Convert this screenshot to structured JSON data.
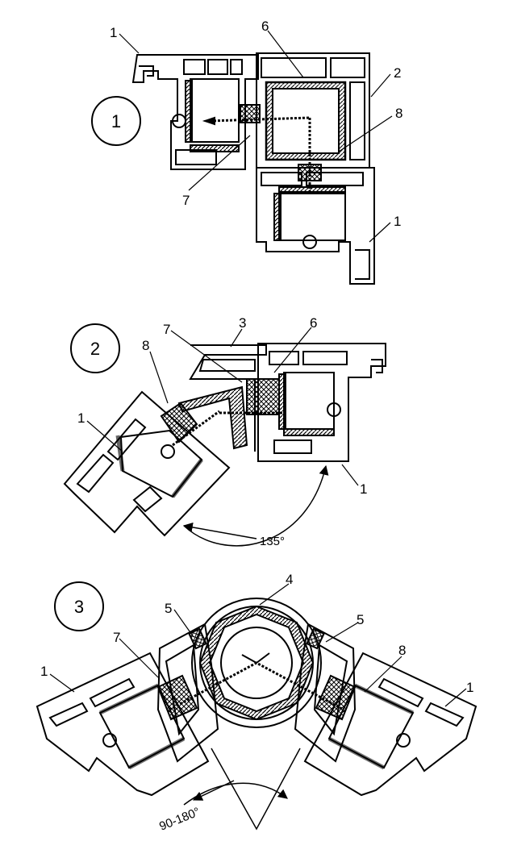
{
  "figure_1": {
    "number": "1",
    "labels": {
      "frame_top": "1",
      "frame_bottom": "1",
      "mullion": "2",
      "reinforcement": "6",
      "screw": "7",
      "seal": "8"
    }
  },
  "figure_2": {
    "number": "2",
    "labels": {
      "frame_left": "1",
      "frame_right": "1",
      "coupling": "3",
      "reinforcement": "6",
      "screw": "7",
      "seal": "8"
    },
    "angle": "135°"
  },
  "figure_3": {
    "number": "3",
    "labels": {
      "frame_left": "1",
      "frame_right": "1",
      "tube": "4",
      "adapter_left": "5",
      "adapter_right": "5",
      "screw": "7",
      "seal": "8"
    },
    "angle": "90-180°"
  },
  "colors": {
    "line": "#000000",
    "background": "#ffffff"
  }
}
